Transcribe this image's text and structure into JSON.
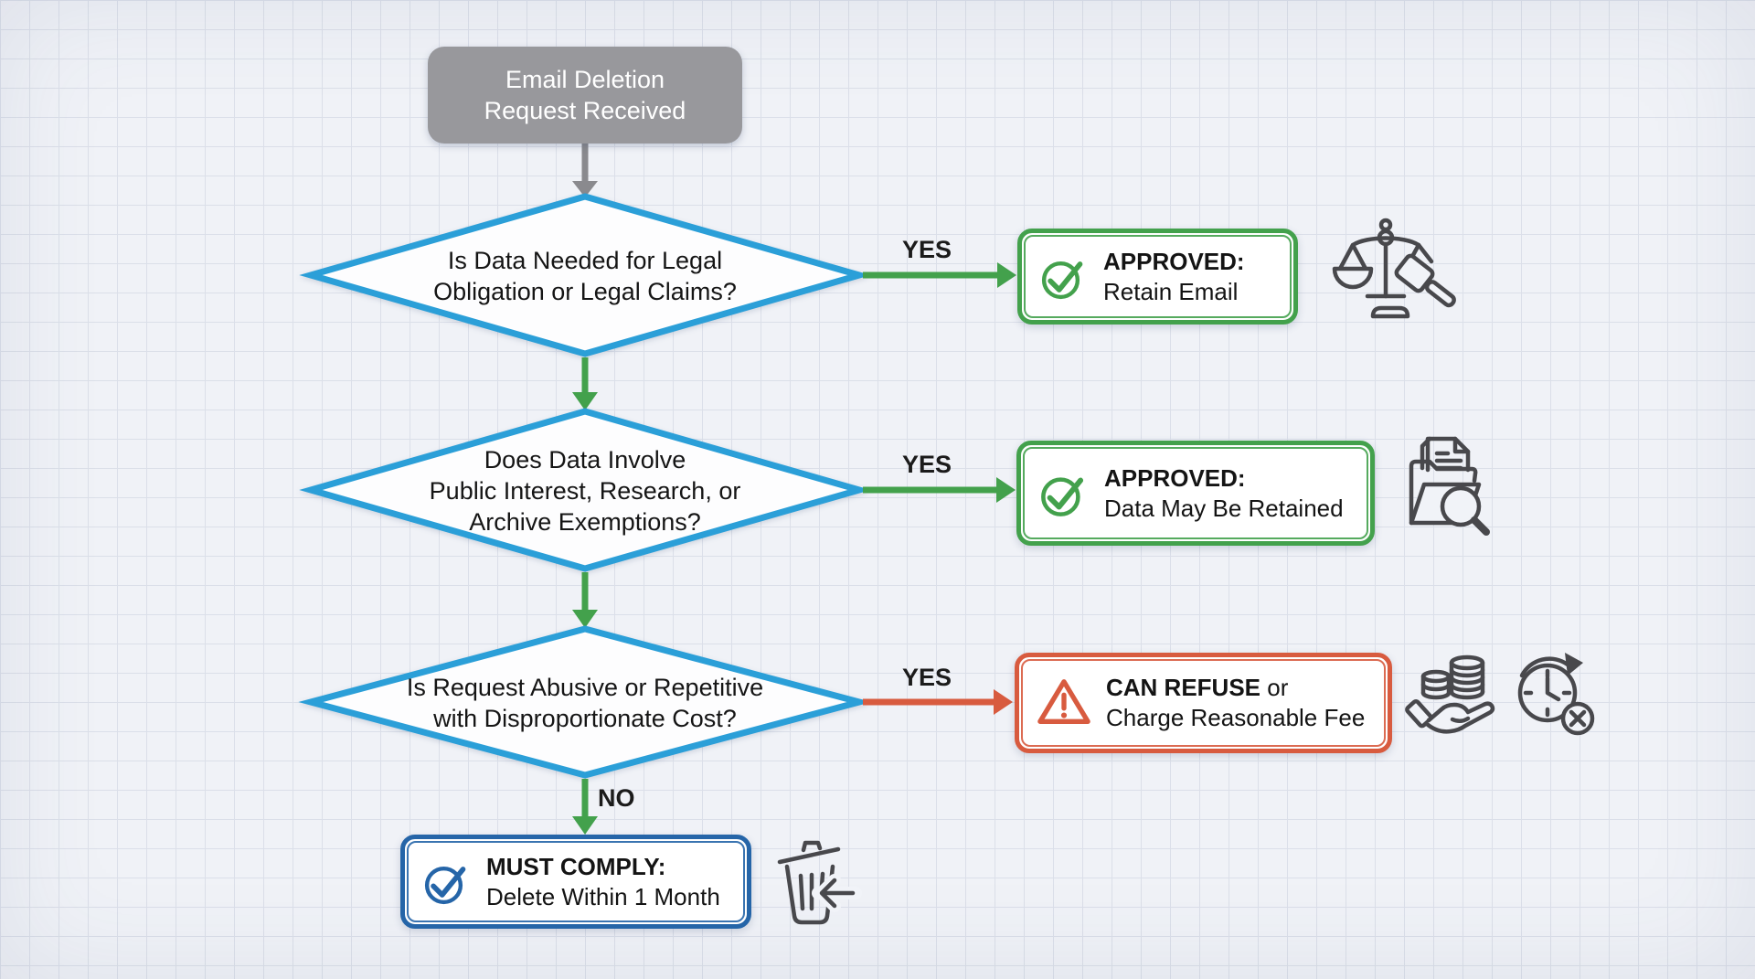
{
  "palette": {
    "diamond_blue": "#2B9FD8",
    "green": "#43A14C",
    "red": "#D85B3F",
    "navy": "#2565A8",
    "gray_node": "#98989C",
    "gray_arrow": "#8A8A8E",
    "icon_stroke": "#48484C",
    "text": "#141414"
  },
  "start_node": {
    "line1": "Email Deletion",
    "line2": "Request Received"
  },
  "decisions": [
    {
      "line1": "Is Data Needed for Legal",
      "line2": "Obligation or Legal Claims?"
    },
    {
      "line1": "Does Data Involve",
      "line2": "Public Interest, Research, or",
      "line3": "Archive Exemptions?"
    },
    {
      "line1": "Is Request Abusive or Repetitive",
      "line2": "with Disproportionate Cost?"
    }
  ],
  "edge_labels": {
    "yes1": "YES",
    "yes2": "YES",
    "yes3": "YES",
    "no": "NO"
  },
  "outcomes": [
    {
      "emphasis": "APPROVED:",
      "tail": "",
      "detail": "Retain Email",
      "icon": "check-circle",
      "status_color": "#43A14C"
    },
    {
      "emphasis": "APPROVED:",
      "tail": "",
      "detail": "Data May Be Retained",
      "icon": "check-circle",
      "status_color": "#43A14C"
    },
    {
      "emphasis": "CAN REFUSE",
      "tail": " or",
      "detail": "Charge Reasonable Fee",
      "icon": "warning-triangle",
      "status_color": "#D85B3F"
    },
    {
      "emphasis": "MUST COMPLY:",
      "tail": "",
      "detail": "Delete Within 1 Month",
      "icon": "check-circle",
      "status_color": "#2565A8"
    }
  ],
  "decor_icons": [
    "scales-gavel",
    "folder-search",
    "coins-hand",
    "clock-cancel",
    "trash-delete"
  ]
}
